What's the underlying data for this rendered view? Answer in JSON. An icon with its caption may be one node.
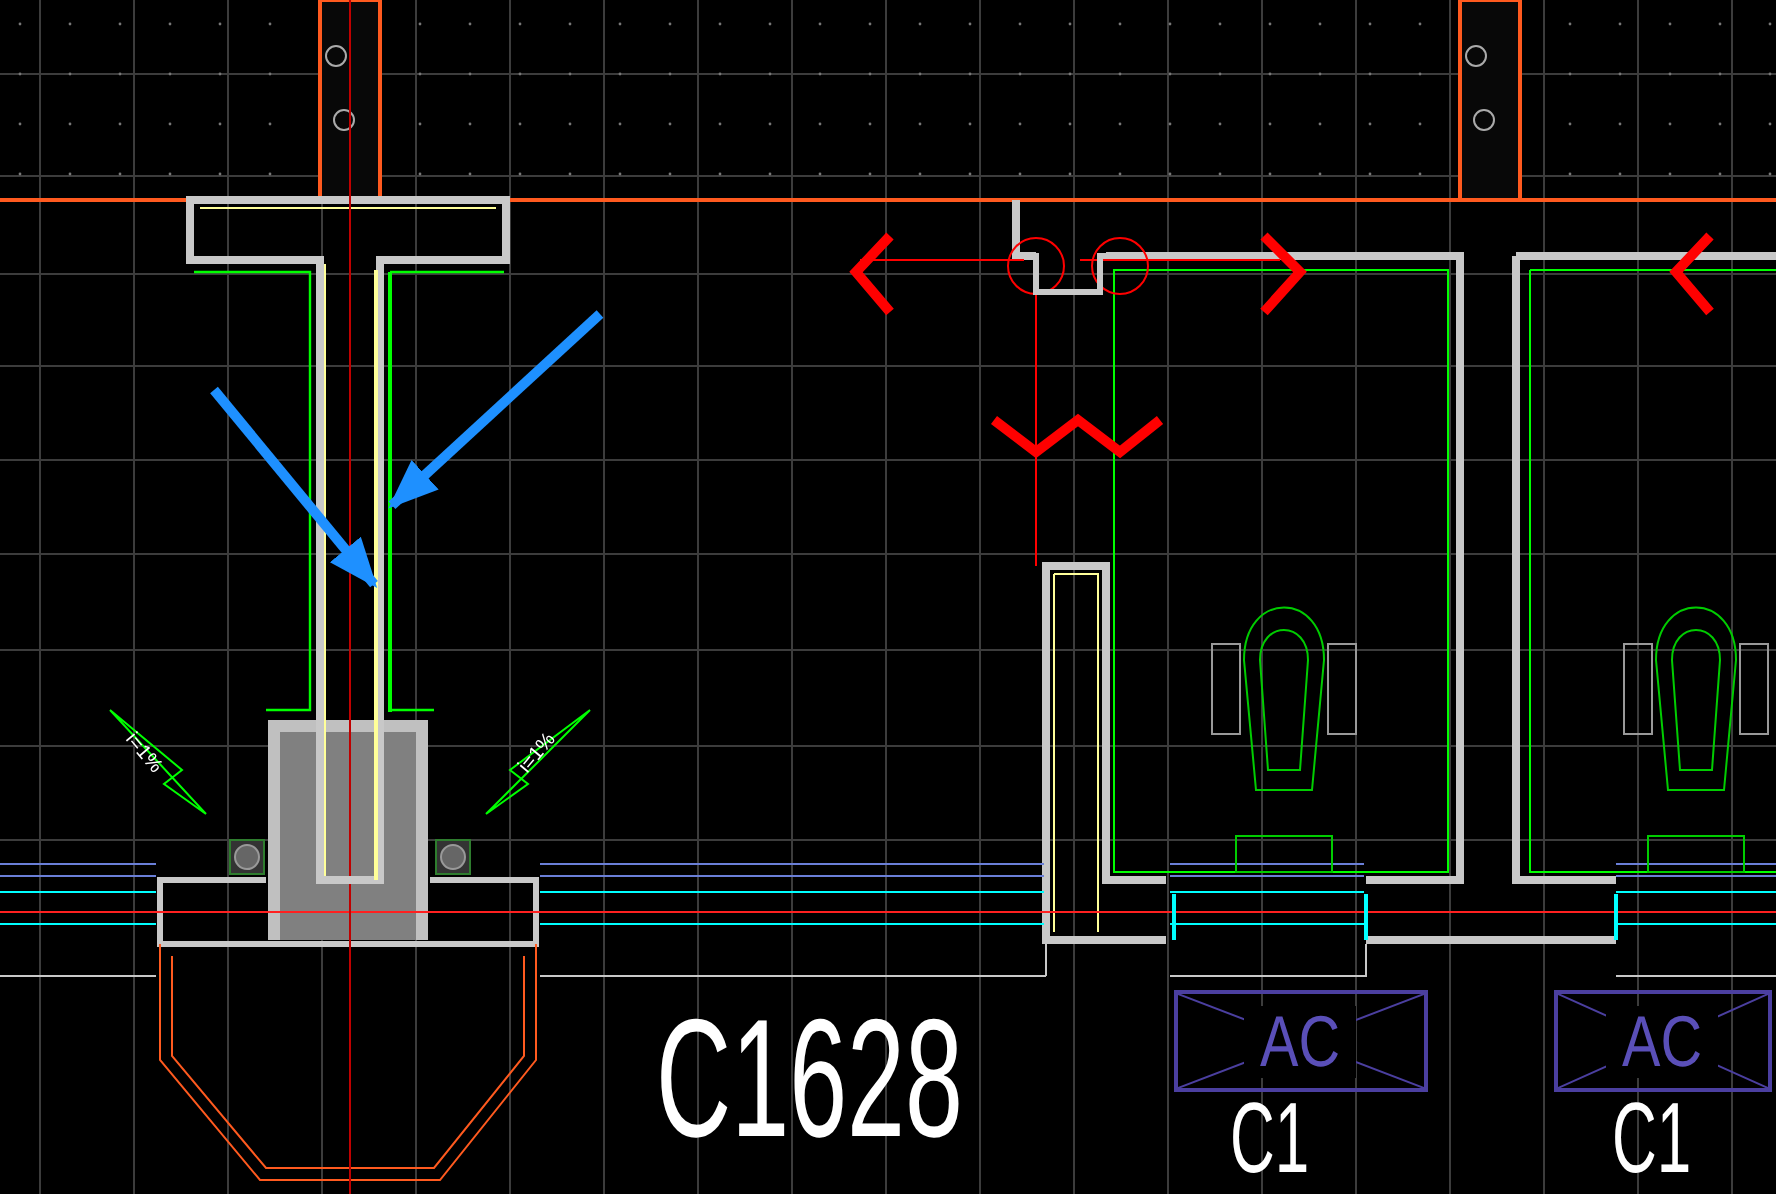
{
  "diagram": {
    "nodes": [
      {
        "text": [],
        "shape": "box"
      },
      {
        "text": [],
        "shape": "bar",
        "in": 0
      },
      {
        "text": [],
        "shape": "bar"
      },
      {
        "text": [
          "AC"
        ]
      },
      {
        "text": [
          "AC"
        ]
      }
    ],
    "edges": [
      {
        "from": null,
        "to": 1,
        "arrow": "to"
      },
      {
        "from": null,
        "to": 2,
        "arrow": "to"
      }
    ],
    "labels": [
      "i=1%",
      "i=1%",
      "C1628",
      "C1",
      "C1"
    ]
  }
}
